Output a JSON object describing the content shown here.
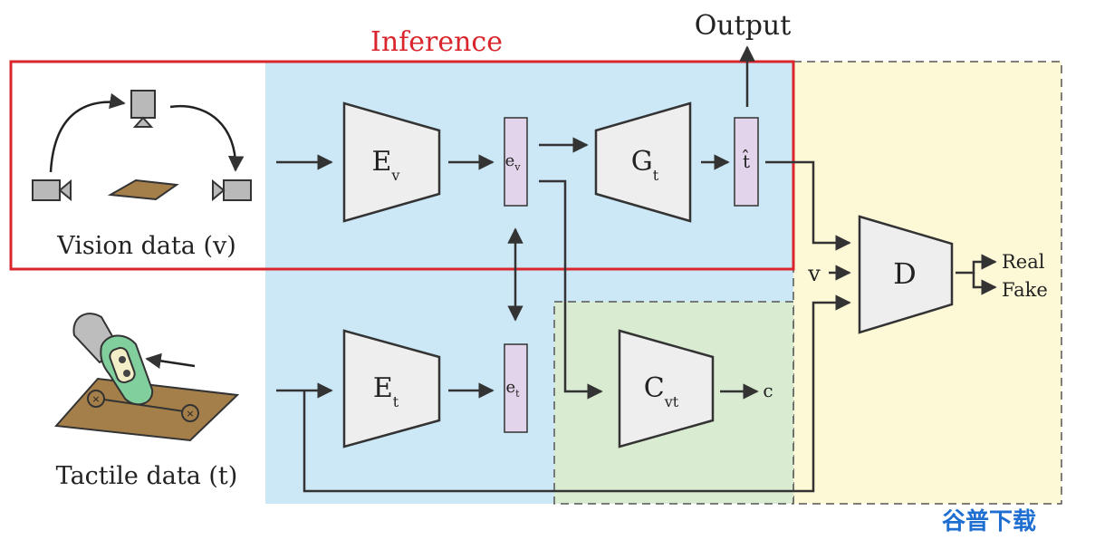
{
  "labels": {
    "inference": "Inference",
    "output": "Output",
    "vision_data": "Vision data (v)",
    "tactile_data": "Tactile data (t)",
    "encoder_v": "E",
    "encoder_v_sub": "v",
    "encoder_t": "E",
    "encoder_t_sub": "t",
    "embedding_v": "e",
    "embedding_v_sub": "v",
    "embedding_t": "e",
    "embedding_t_sub": "t",
    "generator": "G",
    "generator_sub": "t",
    "t_hat": "t̂",
    "classifier": "C",
    "classifier_sub": "vt",
    "class_output": "c",
    "discriminator": "D",
    "disc_input_v": "v",
    "real": "Real",
    "fake": "Fake",
    "watermark": "谷普下载"
  },
  "colors": {
    "inference_border": "#d9262c",
    "inference_label": "#d9262c",
    "blue_region": "#cce8f7",
    "green_region": "#d9ebd1",
    "yellow_region": "#fdf8d6",
    "trapezoid_fill": "#eeeeee",
    "embedding_fill": "#e2d4ea",
    "arrow": "#333333",
    "watermark": "#1f6fd1"
  }
}
